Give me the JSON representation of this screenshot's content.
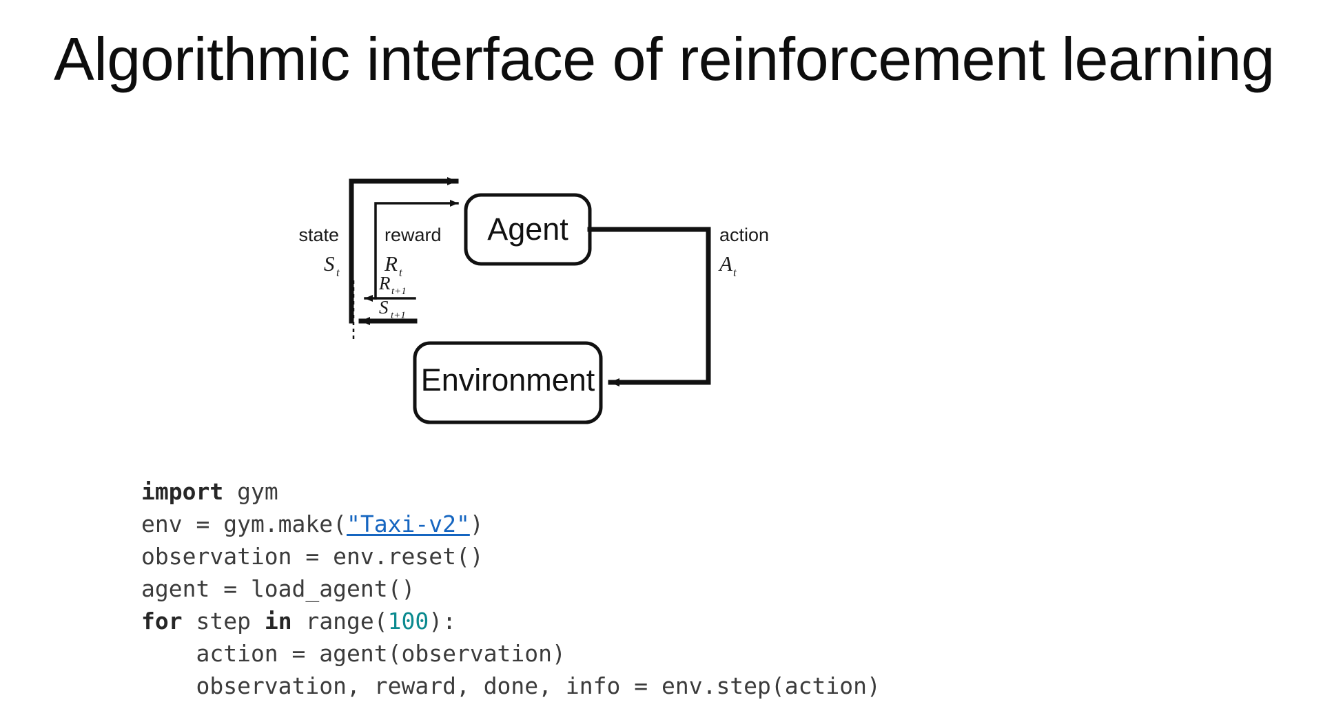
{
  "slide": {
    "title": "Algorithmic interface of reinforcement learning",
    "background_color": "#ffffff"
  },
  "diagram": {
    "name": "agent-environment-loop",
    "agent_box_label": "Agent",
    "environment_box_label": "Environment",
    "state_label": "state",
    "state_symbol": "S",
    "state_subscript": "t",
    "reward_label": "reward",
    "reward_symbol": "R",
    "reward_subscript": "t",
    "action_label": "action",
    "action_symbol": "A",
    "action_subscript": "t",
    "next_reward_symbol": "R",
    "next_reward_subscript": "t+1",
    "next_state_symbol": "S",
    "next_state_subscript": "t+1",
    "stroke_color": "#111111"
  },
  "code": {
    "language": "python",
    "text_color": "#3b3b3b",
    "keyword_color": "#262626",
    "number_color": "#0b8a8f",
    "link_color": "#1565c0",
    "lines": [
      {
        "id": "l1",
        "tokens": [
          {
            "t": "import",
            "style": "kw"
          },
          {
            "t": " gym",
            "style": "plain"
          }
        ]
      },
      {
        "id": "l2",
        "tokens": [
          {
            "t": "env = gym.make(",
            "style": "plain"
          },
          {
            "t": "\"Taxi-v2\"",
            "style": "link"
          },
          {
            "t": ")",
            "style": "plain"
          }
        ]
      },
      {
        "id": "l3",
        "tokens": [
          {
            "t": "observation = env.reset()",
            "style": "plain"
          }
        ]
      },
      {
        "id": "l4",
        "tokens": [
          {
            "t": "agent = load_agent()",
            "style": "plain"
          }
        ]
      },
      {
        "id": "l5",
        "tokens": [
          {
            "t": "for",
            "style": "kw"
          },
          {
            "t": " step ",
            "style": "plain"
          },
          {
            "t": "in",
            "style": "kw"
          },
          {
            "t": " range(",
            "style": "plain"
          },
          {
            "t": "100",
            "style": "num"
          },
          {
            "t": "):",
            "style": "plain"
          }
        ]
      },
      {
        "id": "l6",
        "tokens": [
          {
            "t": "    action = agent(observation)",
            "style": "plain"
          }
        ]
      },
      {
        "id": "l7",
        "tokens": [
          {
            "t": "    observation, reward, done, info = env.step(action)",
            "style": "plain"
          }
        ]
      }
    ]
  }
}
